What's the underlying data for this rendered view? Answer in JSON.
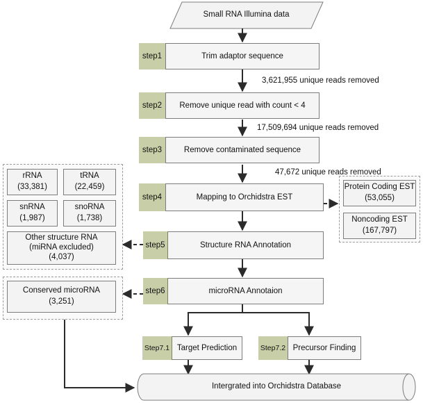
{
  "input": "Small RNA Illumina data",
  "steps": [
    {
      "tag": "step1",
      "label": "Trim adaptor sequence"
    },
    {
      "tag": "step2",
      "label": "Remove unique read with count < 4"
    },
    {
      "tag": "step3",
      "label": "Remove contaminated sequence"
    },
    {
      "tag": "step4",
      "label": "Mapping to Orchidstra EST"
    },
    {
      "tag": "step5",
      "label": "Structure RNA Annotation"
    },
    {
      "tag": "step6",
      "label": "microRNA Annotaion"
    }
  ],
  "removed_notes": [
    "3,621,955 unique reads removed",
    "17,509,694 unique reads removed",
    "47,672 unique reads removed"
  ],
  "est_results": [
    {
      "name": "Protein Coding EST",
      "count": "(53,055)"
    },
    {
      "name": "Noncoding EST",
      "count": "(167,797)"
    }
  ],
  "structure_rna": [
    {
      "name": "rRNA",
      "count": "(33,381)"
    },
    {
      "name": "tRNA",
      "count": "(22,459)"
    },
    {
      "name": "snRNA",
      "count": "(1,987)"
    },
    {
      "name": "snoRNA",
      "count": "(1,738)"
    }
  ],
  "other_rna": {
    "line1": "Other structure RNA",
    "line2": "(miRNA excluded)",
    "count": "(4,037)"
  },
  "conserved": {
    "name": "Conserved microRNA",
    "count": "(3,251)"
  },
  "substeps": [
    {
      "tag": "Step7.1",
      "label": "Target Prediction"
    },
    {
      "tag": "Step7.2",
      "label": "Precursor Finding"
    }
  ],
  "output": "Intergrated into Orchidstra Database",
  "colors": {
    "step_tag": "#c8cfa8",
    "box_fill": "#f3f3f3",
    "border": "#7c7c7c",
    "line": "#2b2b2b"
  }
}
